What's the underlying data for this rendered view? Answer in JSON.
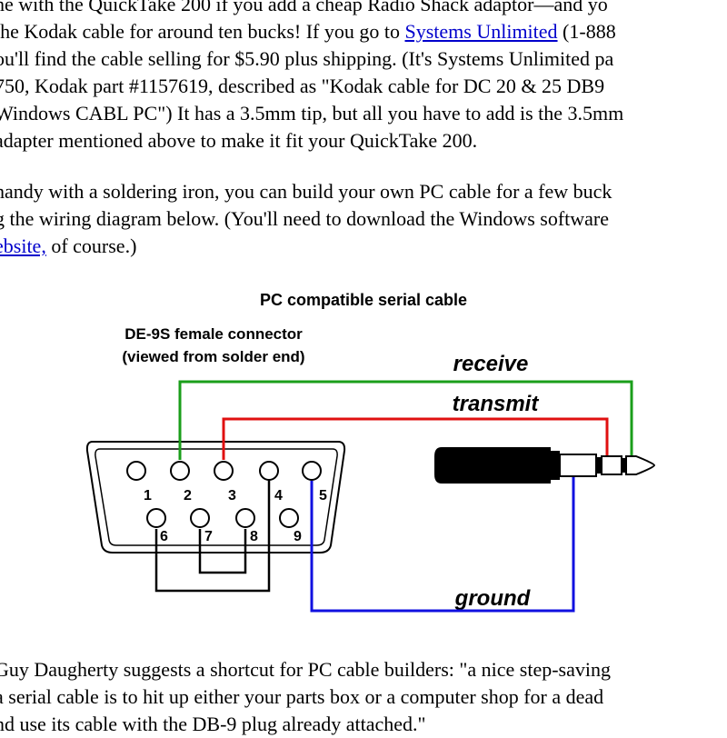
{
  "paragraph1": {
    "line1": "he with the QuickTake 200 if you add a cheap Radio Shack adaptor—and yo",
    "line2_before": "the Kodak cable for around ten bucks! If you go to ",
    "line2_link": "Systems Unlimited",
    "line2_after": " (1-888",
    "line3": "ou'll find the cable selling for $5.90 plus shipping. (It's Systems Unlimited pa",
    "line4": "750, Kodak part #1157619, described as \"Kodak cable for DC 20 & 25 DB9",
    "line5": "Windows CABL PC\") It has a 3.5mm tip, but all you have to add is the 3.5mm",
    "line6": "adapter mentioned above to make it fit your QuickTake 200."
  },
  "paragraph2": {
    "line1": " handy with a soldering iron, you can build your own PC cable for a few buck",
    "line2": "g the wiring diagram below. (You'll need to download the Windows software",
    "line3_link": "ebsite,",
    "line3_after": " of course.)"
  },
  "diagram": {
    "title": "PC compatible serial cable",
    "connector_label_line1": "DE-9S female connector",
    "connector_label_line2": "(viewed from solder end)",
    "wire_labels": {
      "receive": "receive",
      "transmit": "transmit",
      "ground": "ground"
    },
    "pins": [
      "1",
      "2",
      "3",
      "4",
      "5",
      "6",
      "7",
      "8",
      "9"
    ],
    "colors": {
      "receive": "#1a9e1a",
      "transmit": "#e01010",
      "ground": "#1010e0",
      "jumper": "#000000"
    }
  },
  "paragraph3": {
    "line1": "Guy Daugherty suggests a shortcut for PC cable builders: \"a nice step-saving",
    "line2": " a serial cable is to hit up either your parts box or a computer shop for a dead",
    "line3": "nd use its cable with the DB-9 plug already attached.\""
  }
}
